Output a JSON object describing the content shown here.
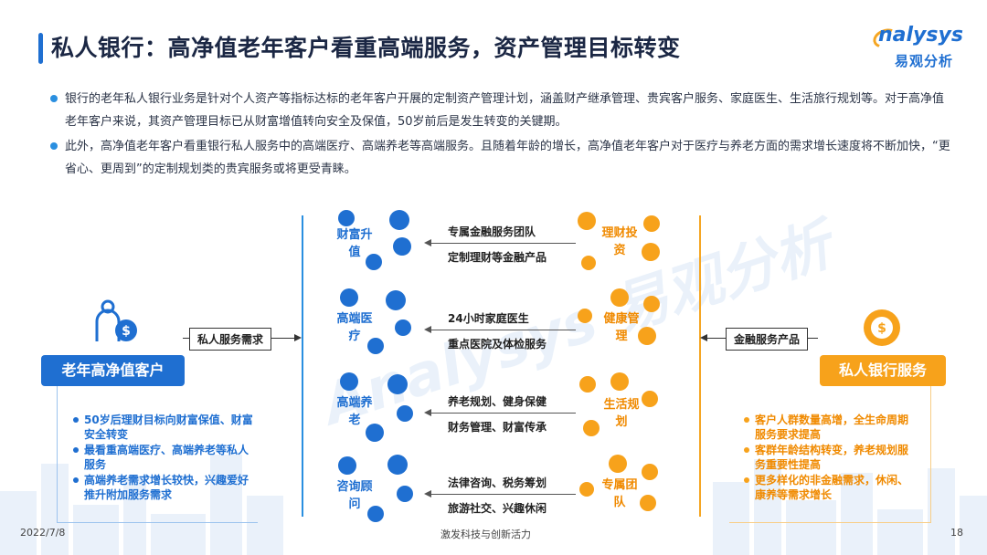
{
  "header": {
    "title": "私人银行：高净值老年客户看重高端服务，资产管理目标转变",
    "logo_en": "nalysys",
    "logo_cn": "易观分析"
  },
  "bullets": [
    "银行的老年私人银行业务是针对个人资产等指标达标的老年客户开展的定制资产管理计划，涵盖财产继承管理、贵宾客户服务、家庭医生、生活旅行规划等。对于高净值老年客户来说，其资产管理目标已从财富增值转向安全及保值，50岁前后是发生转变的关键期。",
    "此外，高净值老年客户看重银行私人服务中的高端医疗、高端养老等高端服务。且随着年龄的增长，高净值老年客户对于医疗与养老方面的需求增长速度将不断加快，“更省心、更周到”的定制规划类的贵宾服务或将更受青睐。"
  ],
  "diagram": {
    "left_badge": "老年高净值客户",
    "left_arrow_label": "私人服务需求",
    "right_badge": "私人银行服务",
    "right_arrow_label": "金融服务产品",
    "rows": [
      {
        "need": "财富升值",
        "service": "理财投资",
        "desc1": "专属金融服务团队",
        "desc2": "定制理财等金融产品"
      },
      {
        "need": "高端医疗",
        "service": "健康管理",
        "desc1": "24小时家庭医生",
        "desc2": "重点医院及体检服务"
      },
      {
        "need": "高端养老",
        "service": "生活规划",
        "desc1": "养老规划、健身保健",
        "desc2": "财务管理、财富传承"
      },
      {
        "need": "咨询顾问",
        "service": "专属团队",
        "desc1": "法律咨询、税务筹划",
        "desc2": "旅游社交、兴趣休闲"
      }
    ],
    "left_list": [
      "50岁后理财目标向财富保值、财富安全转变",
      "最看重高端医疗、高端养老等私人服务",
      "高端养老需求增长较快，兴趣爱好推升附加服务需求"
    ],
    "right_list": [
      "客户人群数量高增，全生命周期服务要求提高",
      "客群年龄结构转变，养老规划服务重要性提高",
      "更多样化的非金融需求，休闲、康养等需求增长"
    ],
    "watermark": "Analysys 易观分析"
  },
  "footer": {
    "date": "2022/7/8",
    "slogan": "激发科技与创新活力",
    "page": "18"
  },
  "colors": {
    "blue": "#1f6fd1",
    "orange": "#f7a21b"
  }
}
